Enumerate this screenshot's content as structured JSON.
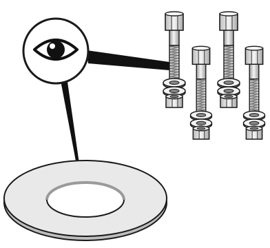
{
  "illustration": {
    "inspect_icon": "eye-icon",
    "main_part": "flat-washer",
    "hardware": [
      "hex-bolt",
      "hex-bolt",
      "hex-bolt",
      "hex-bolt"
    ]
  },
  "colors": {
    "outline": "#1a1a1a",
    "metal_light": "#f2f2f2",
    "metal_mid": "#cfcfcf",
    "metal_dark": "#8c8c8c",
    "washer_fill": "#e6e6e6",
    "background": "#ffffff"
  }
}
